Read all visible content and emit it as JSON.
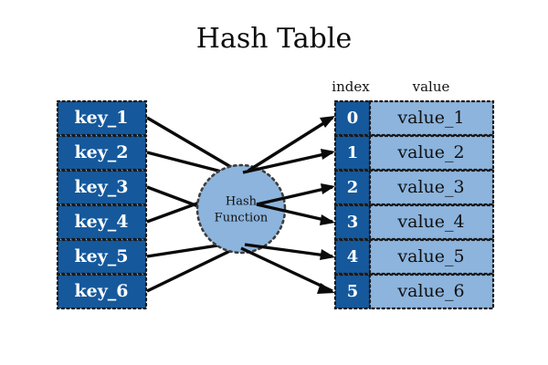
{
  "title": "Hash Table",
  "columns": {
    "index_header": "index",
    "value_header": "value"
  },
  "hash_node": {
    "line1": "Hash",
    "line2": "Function"
  },
  "keys": [
    {
      "label": "key_1"
    },
    {
      "label": "key_2"
    },
    {
      "label": "key_3"
    },
    {
      "label": "key_4"
    },
    {
      "label": "key_5"
    },
    {
      "label": "key_6"
    }
  ],
  "table_rows": [
    {
      "index": "0",
      "value": "value_1"
    },
    {
      "index": "1",
      "value": "value_2"
    },
    {
      "index": "2",
      "value": "value_3"
    },
    {
      "index": "3",
      "value": "value_4"
    },
    {
      "index": "4",
      "value": "value_5"
    },
    {
      "index": "5",
      "value": "value_6"
    }
  ],
  "colors": {
    "key_fill": "#15599c",
    "index_fill": "#15599c",
    "value_fill": "#8cb4dd",
    "hash_fill": "#8cb4dd",
    "border": "#1a1a1a",
    "arrow": "#0a0a0a",
    "text_dark": "#101010",
    "text_light": "#ffffff",
    "background": "#ffffff"
  }
}
